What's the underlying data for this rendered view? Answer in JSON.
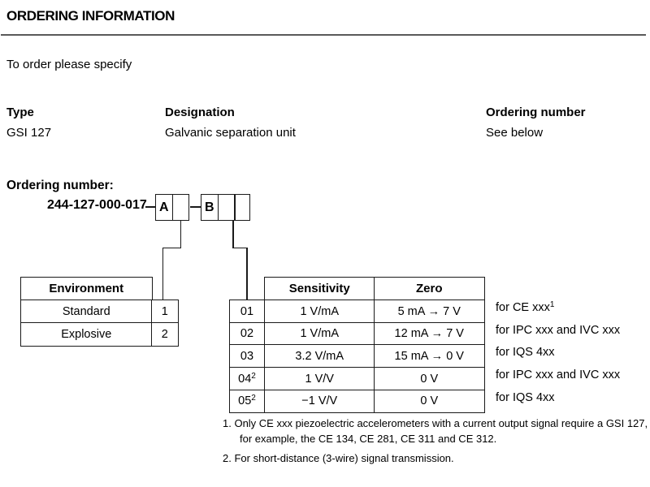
{
  "colors": {
    "text": "#000000",
    "background": "#ffffff",
    "rule": "#5a5a5a",
    "table_border": "#1a1a1a"
  },
  "header": {
    "title": "ORDERING INFORMATION",
    "intro": "To order please specify"
  },
  "product": {
    "type_label": "Type",
    "type_value": "GSI 127",
    "designation_label": "Designation",
    "designation_value": "Galvanic separation unit",
    "ordering_label": "Ordering number",
    "ordering_value": "See below"
  },
  "ordering_diagram": {
    "label": "Ordering number:",
    "base_number": "244-127-000-017",
    "slot_a": "A",
    "slot_b": "B"
  },
  "environment_table": {
    "title": "Environment",
    "rows": [
      {
        "name": "Standard",
        "code": "1"
      },
      {
        "name": "Explosive",
        "code": "2"
      }
    ]
  },
  "options_table": {
    "sensitivity_header": "Sensitivity",
    "zero_header": "Zero",
    "rows": [
      {
        "code": "01",
        "sup": "",
        "sensitivity": "1 V/mA",
        "zero": "5 mA → 7 V",
        "label": "for CE xxx",
        "label_sup": "1"
      },
      {
        "code": "02",
        "sup": "",
        "sensitivity": "1 V/mA",
        "zero": "12 mA → 7 V",
        "label": "for IPC xxx and IVC xxx",
        "label_sup": ""
      },
      {
        "code": "03",
        "sup": "",
        "sensitivity": "3.2 V/mA",
        "zero": "15 mA → 0 V",
        "label": "for IQS 4xx",
        "label_sup": ""
      },
      {
        "code": "04",
        "sup": "2",
        "sensitivity": "1 V/V",
        "zero": "0 V",
        "label": "for IPC xxx and IVC xxx",
        "label_sup": ""
      },
      {
        "code": "05",
        "sup": "2",
        "sensitivity": "−1 V/V",
        "zero": "0 V",
        "label": "for IQS 4xx",
        "label_sup": ""
      }
    ]
  },
  "footnotes": {
    "note1_line1": "1. Only CE xxx piezoelectric accelerometers with a current output signal require a GSI 127,",
    "note1_line2": "for example, the CE 134, CE 281, CE 311 and CE 312.",
    "note2": "2. For short-distance (3-wire) signal transmission."
  }
}
